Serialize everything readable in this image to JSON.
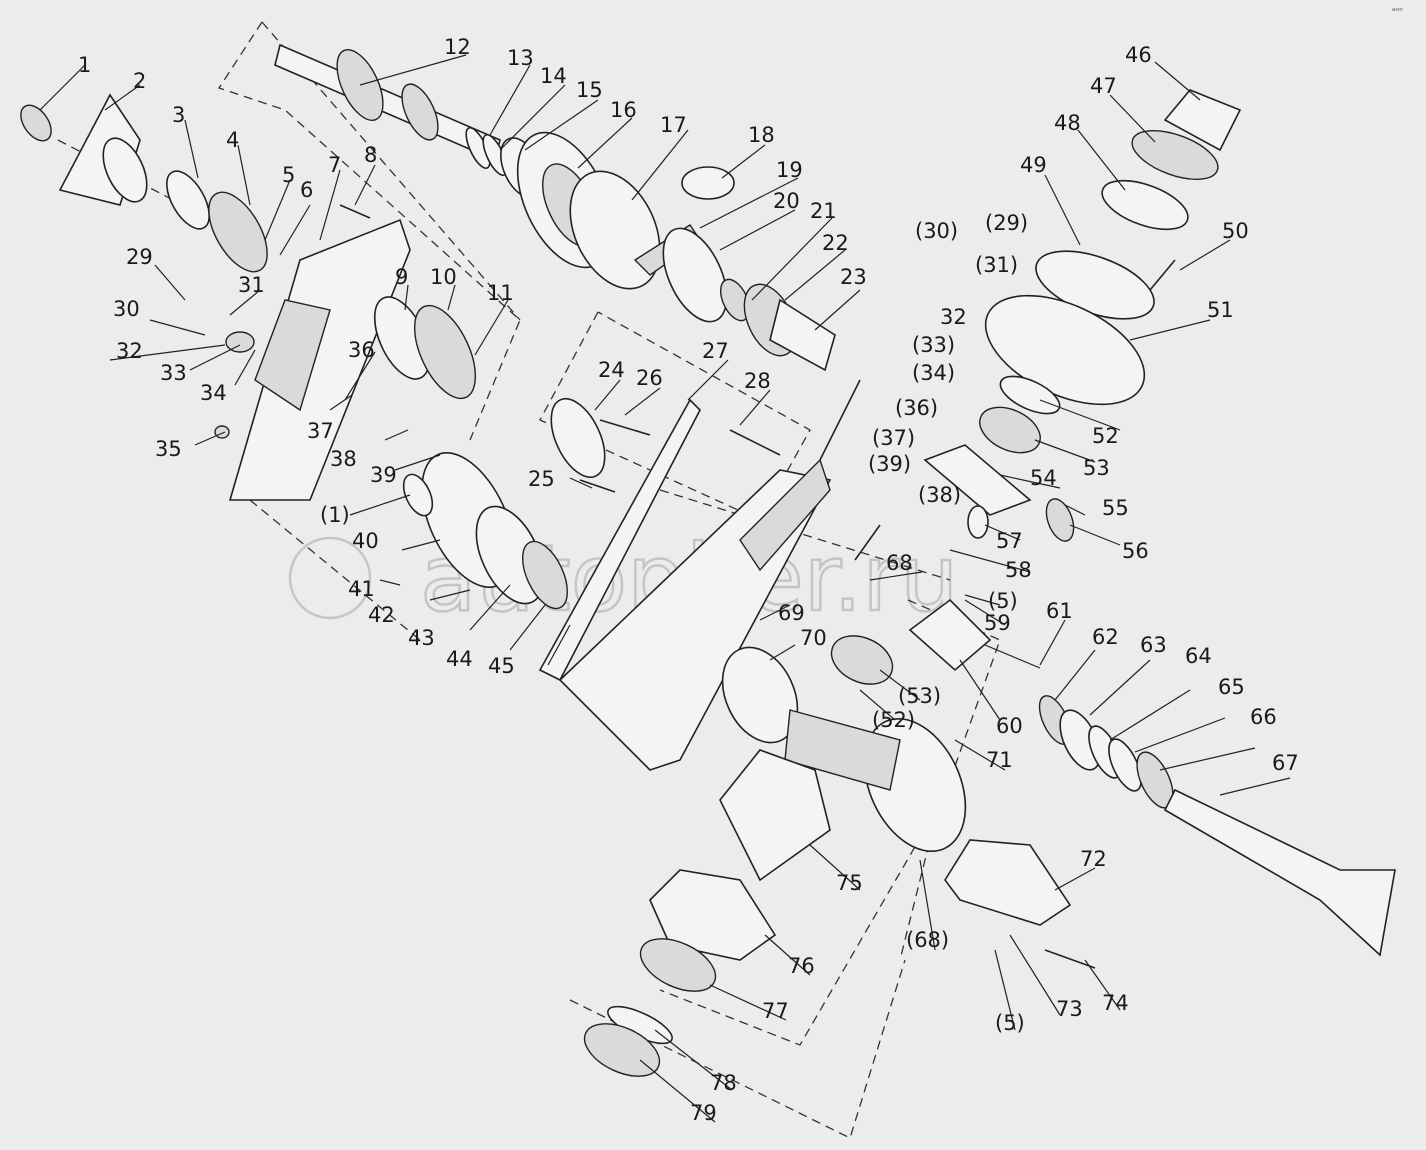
{
  "watermark": "autopiter.ru",
  "corner_mark": "ᵃᵒᵒ",
  "callouts": [
    {
      "id": "c1",
      "text": "1"
    },
    {
      "id": "c2",
      "text": "2"
    },
    {
      "id": "c3",
      "text": "3"
    },
    {
      "id": "c4",
      "text": "4"
    },
    {
      "id": "c5",
      "text": "5"
    },
    {
      "id": "c6",
      "text": "6"
    },
    {
      "id": "c7",
      "text": "7"
    },
    {
      "id": "c8",
      "text": "8"
    },
    {
      "id": "c9",
      "text": "9"
    },
    {
      "id": "c10",
      "text": "10"
    },
    {
      "id": "c11",
      "text": "11"
    },
    {
      "id": "c12",
      "text": "12"
    },
    {
      "id": "c13",
      "text": "13"
    },
    {
      "id": "c14",
      "text": "14"
    },
    {
      "id": "c15",
      "text": "15"
    },
    {
      "id": "c16",
      "text": "16"
    },
    {
      "id": "c17",
      "text": "17"
    },
    {
      "id": "c18",
      "text": "18"
    },
    {
      "id": "c19",
      "text": "19"
    },
    {
      "id": "c20",
      "text": "20"
    },
    {
      "id": "c21",
      "text": "21"
    },
    {
      "id": "c22",
      "text": "22"
    },
    {
      "id": "c23",
      "text": "23"
    },
    {
      "id": "c24",
      "text": "24"
    },
    {
      "id": "c25",
      "text": "25"
    },
    {
      "id": "c26",
      "text": "26"
    },
    {
      "id": "c27",
      "text": "27"
    },
    {
      "id": "c28",
      "text": "28"
    },
    {
      "id": "c29",
      "text": "29"
    },
    {
      "id": "c30",
      "text": "30"
    },
    {
      "id": "c31",
      "text": "31"
    },
    {
      "id": "c32",
      "text": "32"
    },
    {
      "id": "c33",
      "text": "33"
    },
    {
      "id": "c34",
      "text": "34"
    },
    {
      "id": "c35",
      "text": "35"
    },
    {
      "id": "c36",
      "text": "36"
    },
    {
      "id": "c37",
      "text": "37"
    },
    {
      "id": "c38",
      "text": "38"
    },
    {
      "id": "c39",
      "text": "39"
    },
    {
      "id": "c40",
      "text": "40"
    },
    {
      "id": "c41",
      "text": "41"
    },
    {
      "id": "c42",
      "text": "42"
    },
    {
      "id": "c43",
      "text": "43"
    },
    {
      "id": "c44",
      "text": "44"
    },
    {
      "id": "c45",
      "text": "45"
    },
    {
      "id": "c46",
      "text": "46"
    },
    {
      "id": "c47",
      "text": "47"
    },
    {
      "id": "c48",
      "text": "48"
    },
    {
      "id": "c49",
      "text": "49"
    },
    {
      "id": "c50",
      "text": "50"
    },
    {
      "id": "c51",
      "text": "51"
    },
    {
      "id": "c52",
      "text": "52"
    },
    {
      "id": "c53",
      "text": "53"
    },
    {
      "id": "c54",
      "text": "54"
    },
    {
      "id": "c55",
      "text": "55"
    },
    {
      "id": "c56",
      "text": "56"
    },
    {
      "id": "c57",
      "text": "57"
    },
    {
      "id": "c58",
      "text": "58"
    },
    {
      "id": "c59",
      "text": "59"
    },
    {
      "id": "c60",
      "text": "60"
    },
    {
      "id": "c61",
      "text": "61"
    },
    {
      "id": "c62",
      "text": "62"
    },
    {
      "id": "c63",
      "text": "63"
    },
    {
      "id": "c64",
      "text": "64"
    },
    {
      "id": "c65",
      "text": "65"
    },
    {
      "id": "c66",
      "text": "66"
    },
    {
      "id": "c67",
      "text": "67"
    },
    {
      "id": "c68",
      "text": "68"
    },
    {
      "id": "c69",
      "text": "69"
    },
    {
      "id": "c70",
      "text": "70"
    },
    {
      "id": "c71",
      "text": "71"
    },
    {
      "id": "c72",
      "text": "72"
    },
    {
      "id": "c73",
      "text": "73"
    },
    {
      "id": "c74",
      "text": "74"
    },
    {
      "id": "c75",
      "text": "75"
    },
    {
      "id": "c76",
      "text": "76"
    },
    {
      "id": "c77",
      "text": "77"
    },
    {
      "id": "c78",
      "text": "78"
    },
    {
      "id": "c79",
      "text": "79"
    },
    {
      "id": "r30",
      "text": "(30)"
    },
    {
      "id": "r29",
      "text": "(29)"
    },
    {
      "id": "r31",
      "text": "(31)"
    },
    {
      "id": "r33",
      "text": "(33)"
    },
    {
      "id": "r34",
      "text": "(34)"
    },
    {
      "id": "r36",
      "text": "(36)"
    },
    {
      "id": "r37",
      "text": "(37)"
    },
    {
      "id": "r39",
      "text": "(39)"
    },
    {
      "id": "r38",
      "text": "(38)"
    },
    {
      "id": "r1",
      "text": "(1)"
    },
    {
      "id": "r5a",
      "text": "(5)"
    },
    {
      "id": "r53",
      "text": "(53)"
    },
    {
      "id": "r52",
      "text": "(52)"
    },
    {
      "id": "r68",
      "text": "(68)"
    },
    {
      "id": "r5b",
      "text": "(5)"
    }
  ]
}
